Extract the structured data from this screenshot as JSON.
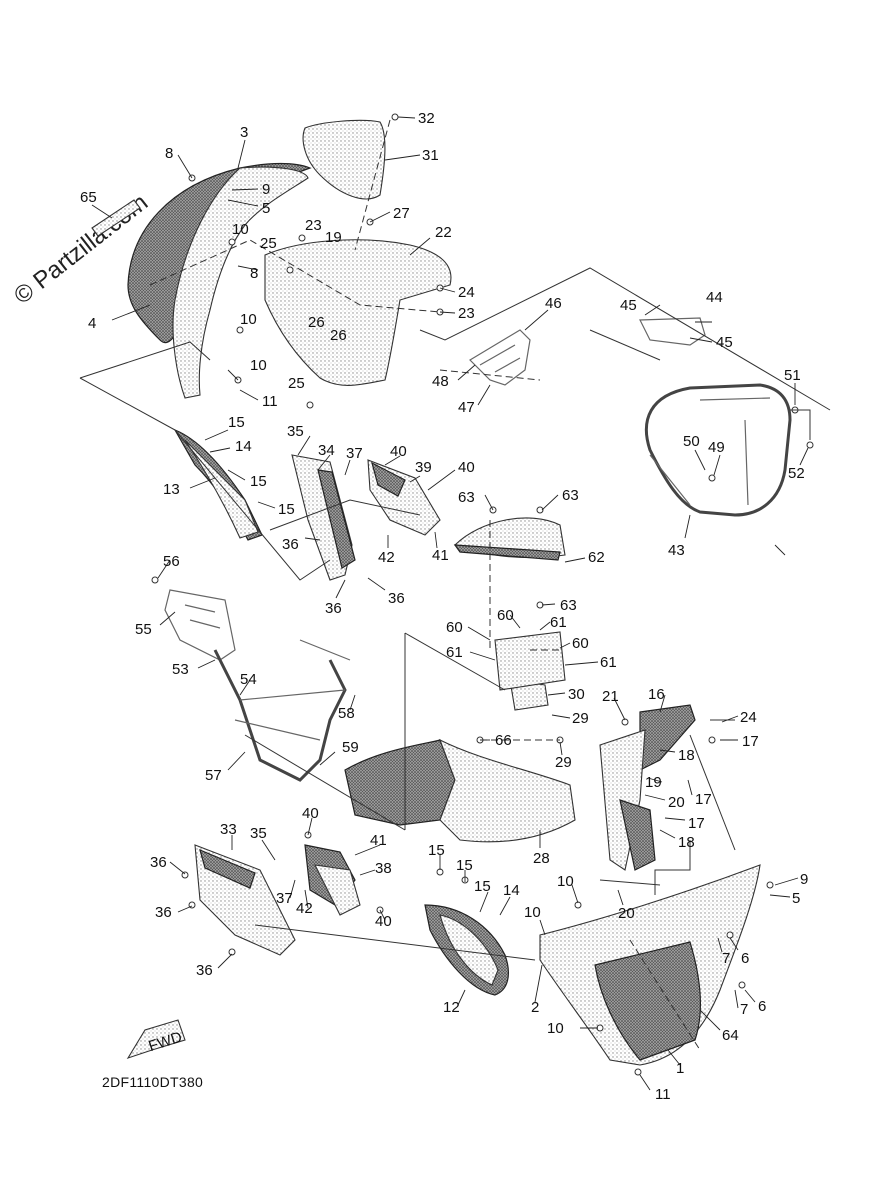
{
  "watermark": "© Partzilla.com",
  "diagram_code": "2DF1110DT380",
  "fwd_label": "FWD",
  "labels": [
    "1",
    "2",
    "3",
    "4",
    "5",
    "6",
    "7",
    "8",
    "9",
    "10",
    "11",
    "12",
    "13",
    "14",
    "15",
    "16",
    "17",
    "18",
    "19",
    "20",
    "21",
    "22",
    "23",
    "24",
    "25",
    "26",
    "27",
    "28",
    "29",
    "30",
    "31",
    "32",
    "33",
    "34",
    "35",
    "36",
    "37",
    "38",
    "39",
    "40",
    "41",
    "42",
    "43",
    "44",
    "45",
    "46",
    "47",
    "48",
    "49",
    "50",
    "51",
    "52",
    "53",
    "54",
    "55",
    "56",
    "57",
    "58",
    "59",
    "60",
    "61",
    "62",
    "63",
    "64",
    "65",
    "66"
  ]
}
